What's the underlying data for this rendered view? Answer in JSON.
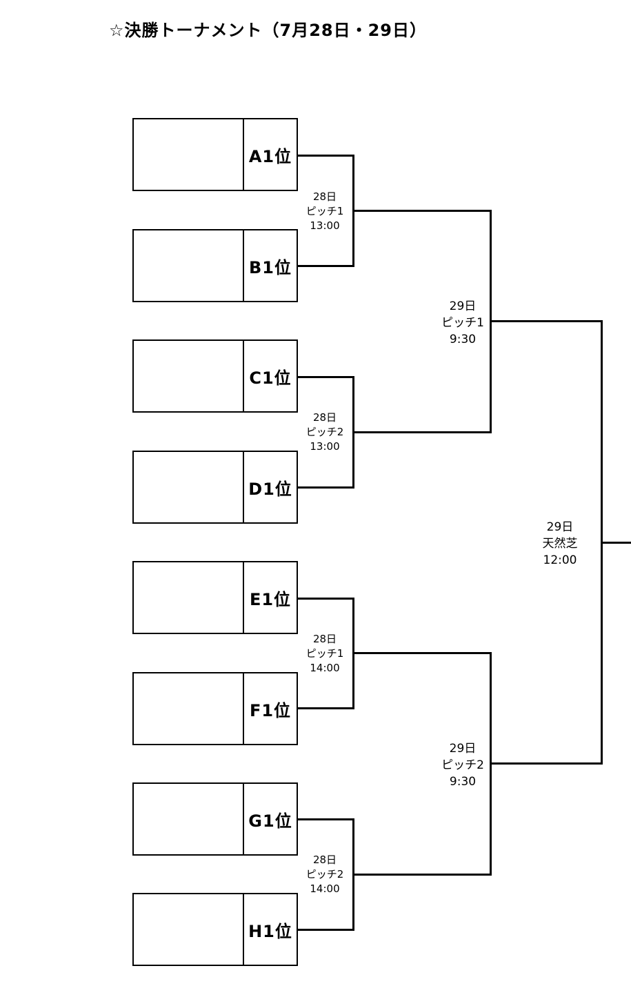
{
  "title": "☆決勝トーナメント（7月28日・29日）",
  "teams": [
    {
      "seed": "A1位",
      "name": ""
    },
    {
      "seed": "B1位",
      "name": ""
    },
    {
      "seed": "C1位",
      "name": ""
    },
    {
      "seed": "D1位",
      "name": ""
    },
    {
      "seed": "E1位",
      "name": ""
    },
    {
      "seed": "F1位",
      "name": ""
    },
    {
      "seed": "G1位",
      "name": ""
    },
    {
      "seed": "H1位",
      "name": ""
    }
  ],
  "round1": [
    {
      "day": "28日",
      "pitch": "ピッチ1",
      "time": "13:00"
    },
    {
      "day": "28日",
      "pitch": "ピッチ2",
      "time": "13:00"
    },
    {
      "day": "28日",
      "pitch": "ピッチ1",
      "time": "14:00"
    },
    {
      "day": "28日",
      "pitch": "ピッチ2",
      "time": "14:00"
    }
  ],
  "semifinals": [
    {
      "day": "29日",
      "pitch": "ピッチ1",
      "time": "9:30"
    },
    {
      "day": "29日",
      "pitch": "ピッチ2",
      "time": "9:30"
    }
  ],
  "final": {
    "day": "29日",
    "pitch": "天然芝",
    "time": "12:00"
  }
}
